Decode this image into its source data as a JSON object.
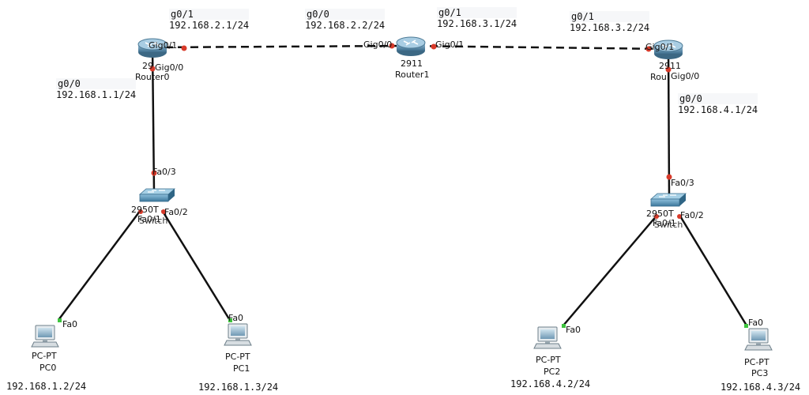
{
  "colors": {
    "link": "#111111",
    "port_down": "#d83a2a",
    "port_up": "#3ec43e",
    "router": "#5b8fae",
    "switch": "#4f8db3"
  },
  "routers": [
    {
      "model": "29",
      "name": "Router0",
      "icon": "router-icon"
    },
    {
      "model": "2911",
      "name": "Router1",
      "icon": "router-icon"
    },
    {
      "model": "2911",
      "name": "Rou",
      "icon": "router-icon"
    }
  ],
  "switches": [
    {
      "model": "2950T",
      "name": "Switch",
      "icon": "switch-icon"
    },
    {
      "model": "2950T",
      "name": "Switch",
      "icon": "switch-icon"
    }
  ],
  "pcs": [
    {
      "model": "PC-PT",
      "name": "PC0",
      "ip": "192.168.1.2/24",
      "port": "Fa0",
      "icon": "pc-icon"
    },
    {
      "model": "PC-PT",
      "name": "PC1",
      "ip": "192.168.1.3/24",
      "port": "Fa0",
      "icon": "pc-icon"
    },
    {
      "model": "PC-PT",
      "name": "PC2",
      "ip": "192.168.4.2/24",
      "port": "Fa0",
      "icon": "pc-icon"
    },
    {
      "model": "PC-PT",
      "name": "PC3",
      "ip": "192.168.4.3/24",
      "port": "Fa0",
      "icon": "pc-icon"
    }
  ],
  "ports": {
    "r0_g01": "Gig0/1",
    "r0_g00": "Gig0/0",
    "r1_g00": "Gig0/0",
    "r1_g01": "Gig0/1",
    "r2_g01": "Gig0/1",
    "r2_g00": "Gig0/0",
    "sw0_fa03": "Fa0/3",
    "sw0_fa01": "Fa0/1",
    "sw0_fa02": "Fa0/2",
    "sw1_fa03": "Fa0/3",
    "sw1_fa01": "Fa0/1",
    "sw1_fa02": "Fa0/2"
  },
  "notes": [
    {
      "iface": "g0/1",
      "ip": "192.168.2.1/24"
    },
    {
      "iface": "g0/0",
      "ip": "192.168.2.2/24"
    },
    {
      "iface": "g0/1",
      "ip": "192.168.3.1/24"
    },
    {
      "iface": "g0/1",
      "ip": "192.168.3.2/24"
    },
    {
      "iface": "g0/0",
      "ip": "192.168.1.1/24"
    },
    {
      "iface": "g0/0",
      "ip": "192.168.4.1/24"
    }
  ]
}
